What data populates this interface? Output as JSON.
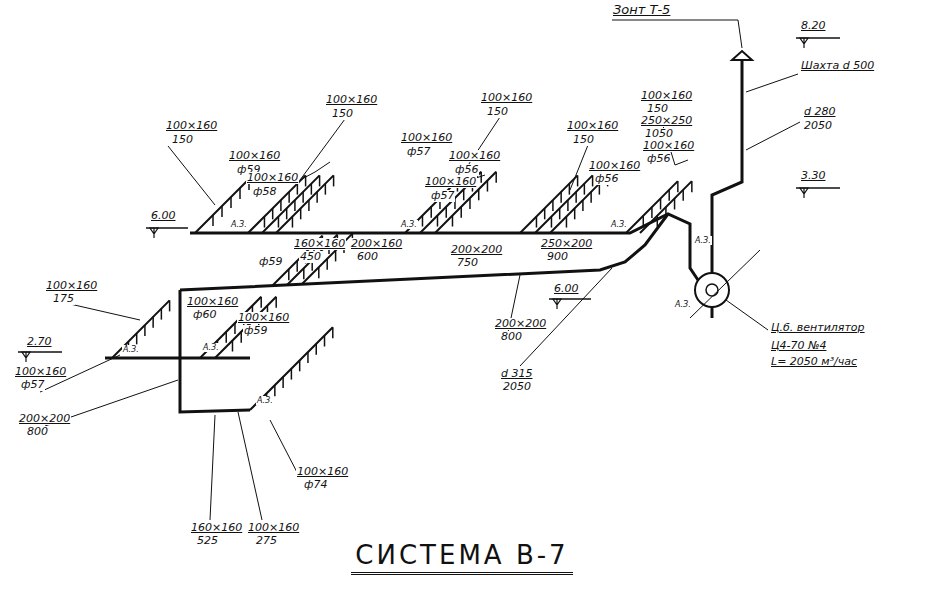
{
  "diagram": {
    "title": "СИСТЕМА В-7",
    "labels": [
      "Зонт Т-5",
      "8.20",
      "Шахта d 500",
      "d 280",
      "2050",
      "3.30",
      "Ц.б. вентилятор",
      "Ц4-70 №4",
      "L= 2050 м³/час",
      "6.00",
      "100×160",
      "150",
      "100×160",
      "150",
      "100×160",
      "ф59",
      "100×160",
      "ф58",
      "100×160",
      "150",
      "100×160",
      "ф57",
      "100×160",
      "ф56",
      "100×160",
      "ф57",
      "100×160",
      "150",
      "100×160",
      "150",
      "250×250",
      "1050",
      "100×160",
      "ф56",
      "100×160",
      "ф56",
      "160×160",
      "450",
      "200×160",
      "600",
      "200×200",
      "750",
      "250×200",
      "900",
      "ф59",
      "6.00",
      "200×200",
      "800",
      "d 315",
      "2050",
      "100×160",
      "175",
      "100×160",
      "ф60",
      "100×160",
      "ф59",
      "2.70",
      "100×160",
      "ф57",
      "200×200",
      "800",
      "160×160",
      "525",
      "100×160",
      "275",
      "100×160",
      "ф74",
      "А.З.",
      "А.З.",
      "А.З.",
      "А.З.",
      "А.З.",
      "А.З.",
      "А.З.",
      "А.З."
    ]
  }
}
